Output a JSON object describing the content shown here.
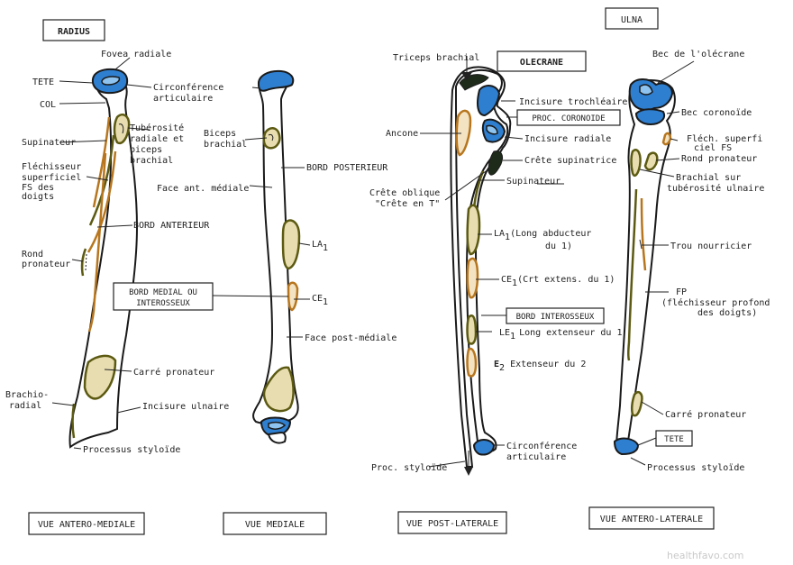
{
  "titles": {
    "radius": "RADIUS",
    "ulna": "ULNA"
  },
  "radius_antero_mediale": {
    "labels": {
      "fovea": "Fovea radiale",
      "tete": "TETE",
      "circ_1": "Circonférence",
      "circ_2": "articulaire",
      "col": "COL",
      "tub_1": "Tubérosité",
      "tub_2": "radiale et",
      "tub_3": "biceps",
      "tub_4": "brachial",
      "supinateur": "Supinateur",
      "flechisseur_1": "Fléchisseur",
      "flechisseur_2": "superficiel",
      "flechisseur_3": "FS des",
      "flechisseur_4": "doigts",
      "bord_anterieur": "BORD ANTERIEUR",
      "rond_1": "Rond",
      "rond_2": "pronateur",
      "carre_pronateur": "Carré pronateur",
      "brachio_1": "Brachio-",
      "brachio_2": "radial",
      "incisure_ulnaire": "Incisure ulnaire",
      "processus_styloide": "Processus styloïde"
    },
    "caption": "VUE ANTERO-MEDIALE"
  },
  "radius_mediale": {
    "labels": {
      "bord_medial_1": "BORD MEDIAL OU",
      "bord_medial_2": "INTEROSSEUX",
      "biceps_1": "Biceps",
      "biceps_2": "brachial",
      "bord_posterieur": "BORD POSTERIEUR",
      "face_ant_mediale": "Face ant. médiale",
      "la1": "LA",
      "la1_sub": "1",
      "ce1": "CE",
      "ce1_sub": "1",
      "face_post_mediale": "Face post-médiale"
    },
    "caption": "VUE MEDIALE"
  },
  "ulna_post_laterale": {
    "labels": {
      "triceps_brachial": "Triceps brachial",
      "olecrane": "OLECRANE",
      "incisure_trochleaire": "Incisure trochléaire",
      "proc_coronoide": "PROC. CORONOIDE",
      "ancone": "Ancone",
      "incisure_radiale": "Incisure radiale",
      "crete_supinatrice": "Crête supinatrice",
      "crete_oblique_1": "Crête oblique",
      "crete_oblique_2": "\"Crête en T\"",
      "supinateur": "Supinateur",
      "la1_pre": "LA",
      "la1_sub": "1",
      "la1_text": "(Long abducteur",
      "la1_text2": "du 1)",
      "ce1_pre": "CE",
      "ce1_sub": "1",
      "ce1_text": "(Crt extens. du 1)",
      "bord_interosseux": "BORD INTEROSSEUX",
      "le1_pre": "LE",
      "le1_sub": "1",
      "le1_text": "Long extenseur du 1",
      "e2_pre": "E",
      "e2_sub": "2",
      "e2_text": "Extenseur du 2",
      "circ_1": "Circonférence",
      "circ_2": "articulaire",
      "proc_styloide": "Proc. styloïde"
    },
    "caption": "VUE POST-LATERALE"
  },
  "ulna_antero_laterale": {
    "labels": {
      "bec_olecrane": "Bec de l'olécrane",
      "bec_coronoide": "Bec coronoïde",
      "flech_superf_1": "Fléch. superfi",
      "flech_superf_2": "ciel FS",
      "rond_pronateur": "Rond pronateur",
      "brachial_1": "Brachial sur",
      "brachial_2": "tubérosité ulnaire",
      "trou_nourricier": "Trou nourricier",
      "fp_1": "FP",
      "fp_2": "(fléchisseur profond",
      "fp_3": "des doigts)",
      "carre_pronateur": "Carré pronateur",
      "tete": "TETE",
      "processus_styloide": "Processus styloïde"
    },
    "caption": "VUE ANTERO-LATERALE"
  },
  "watermark": "healthfavo.com"
}
